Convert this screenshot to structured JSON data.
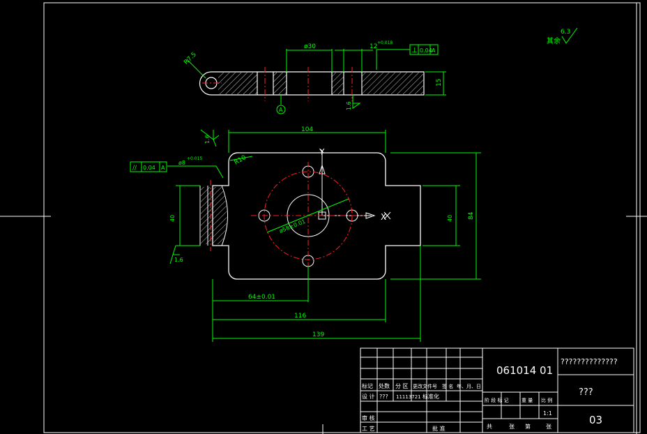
{
  "drawing": {
    "colors": {
      "background": "#000000",
      "outline": "#ffffff",
      "dimension": "#00ff00",
      "centerline": "#ff2020",
      "hatch": "#ffffff"
    },
    "surface_roughness": {
      "label": "其余",
      "value": "6.3"
    },
    "top_view": {
      "radius_label": "R7.5",
      "bore_label": "ø30",
      "slot_label": "12",
      "slot_tol": "+0.018",
      "perp_symbol": "⊥",
      "perp_value": "0.04",
      "perp_datum": "A",
      "thickness_label": "15",
      "datum_label": "A",
      "roughness_side": "1.6"
    },
    "front_view": {
      "width_label": "104",
      "roughness_top": "1.6",
      "corner_label": "R10",
      "parallel_symbol": "//",
      "parallel_value": "0.04",
      "parallel_datum": "A",
      "hole_label": "ø8",
      "hole_tol": "+0.015",
      "left_slot_label": "40",
      "center_label": "ø58±0.01",
      "right_slot_label": "40",
      "height_label": "84",
      "roughness_left": "1.6",
      "dim_64": "64±0.01",
      "dim_116": "116",
      "dim_139": "139",
      "axis_y": "Y",
      "axis_x": "X"
    },
    "title_block": {
      "drawing_number": "061014 01",
      "name_cell": "??????????????",
      "material_cell": "???",
      "sheet_cell": "03",
      "row_header": [
        "标记",
        "处数",
        "分 区",
        "更改文件号",
        "签 名",
        "年、月、日"
      ],
      "design_label": "设 计",
      "designer": "???",
      "design_date": "11113721",
      "standardize": "标准化",
      "review_label": "审 核",
      "process_label": "工 艺",
      "approve_label": "批 准",
      "stage_label": "阶 段 标 记",
      "weight_label": "重 量",
      "scale_label": "比 例",
      "scale_value": "1:1",
      "total_label": "共",
      "sheets_label": "张",
      "page_label": "第",
      "page_sheets_label": "张"
    }
  }
}
